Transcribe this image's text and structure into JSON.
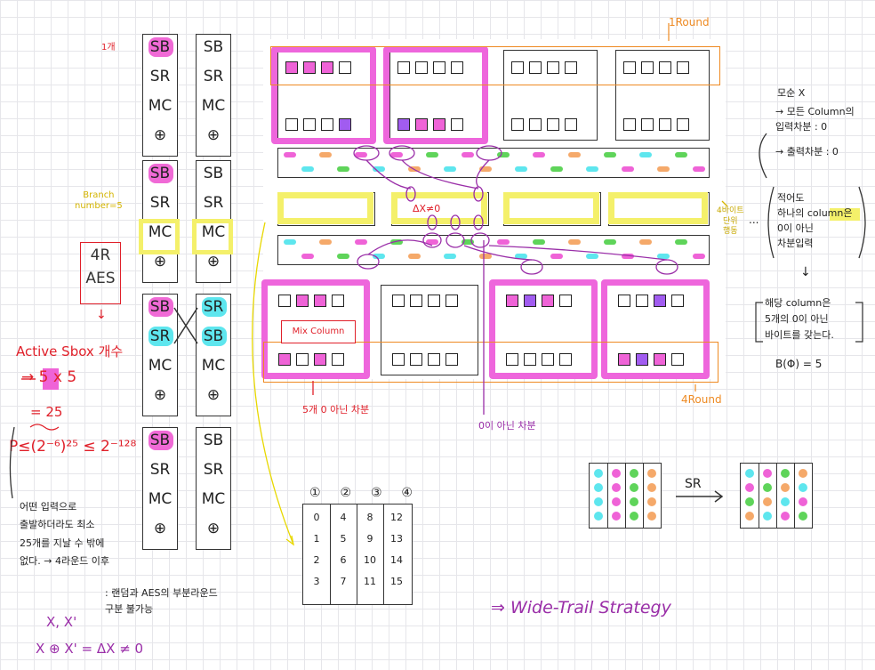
{
  "left_columns": {
    "a": [
      [
        "SB",
        "SR",
        "MC",
        "⊕"
      ],
      [
        "SB",
        "SR",
        "MC",
        "⊕"
      ],
      [
        "SB",
        "SR",
        "MC",
        "⊕"
      ],
      [
        "SB",
        "SR",
        "MC",
        "⊕"
      ]
    ],
    "b": [
      [
        "SB",
        "SR",
        "MC",
        "⊕"
      ],
      [
        "SB",
        "SR",
        "MC",
        "⊕"
      ],
      [
        "SR",
        "SB",
        "MC",
        "⊕"
      ],
      [
        "SB",
        "SR",
        "MC",
        "⊕"
      ]
    ]
  },
  "annotations": {
    "count_1": "1개",
    "branch": "Branch\nnumber=5",
    "aes_label": "4R\nAES",
    "arrow_down": "↓",
    "active_sbox": "Active Sbox 개수",
    "calc": "→ 5 x 5",
    "calc_highlight": "5",
    "eq25": "= 25",
    "prob": "P≤(2⁻⁶)²⁵ ≤ 2⁻¹²⁸",
    "note_left": "어떤 입력으로\n출발하더라도 최소\n25개를 지날 수 밖에\n없다. → 4라운드 이후",
    "note_bottom": ": 랜덤과 AES의 부분라운드\n구분 불가능",
    "xx": "X, X'",
    "xor_eq": "X ⊕ X' = ΔX ≠ 0",
    "round_1": "1Round",
    "round_4": "4Round",
    "delta": "ΔX≠0",
    "mix_column": "Mix Column",
    "nonzero_5": "5개 0 아닌 차분",
    "nonzero": "0이 아닌 차분",
    "four_byte": "4바이트\n단위\n행동",
    "dots": "...",
    "contradiction": "모순 X",
    "right_note_1": "→ 모든 Column의\n입력차분 : 0",
    "right_note_2": "→ 출력차분 : 0",
    "right_note_3": "적어도\n하나의 column은\n0이 아닌\n차분입력",
    "right_note_4": "해당 column은\n5개의 0이 아닌\n바이트를 갖는다.",
    "b_phi": "B(Φ) = 5",
    "sr_label": "SR",
    "wide_trail": "⇒ Wide-Trail Strategy"
  },
  "index_table": {
    "headers": [
      "①",
      "②",
      "③",
      "④"
    ],
    "rows": [
      [
        "0",
        "4",
        "8",
        "12"
      ],
      [
        "1",
        "5",
        "9",
        "13"
      ],
      [
        "2",
        "6",
        "10",
        "14"
      ],
      [
        "3",
        "7",
        "11",
        "15"
      ]
    ]
  },
  "colors": {
    "pink": "#ef63d7",
    "cyan": "#5ee6ee",
    "yellow": "#f4f06a",
    "orange": "#ee8a22",
    "green": "#5fd45a",
    "purple": "#a15cf0",
    "red": "#e0202a"
  }
}
